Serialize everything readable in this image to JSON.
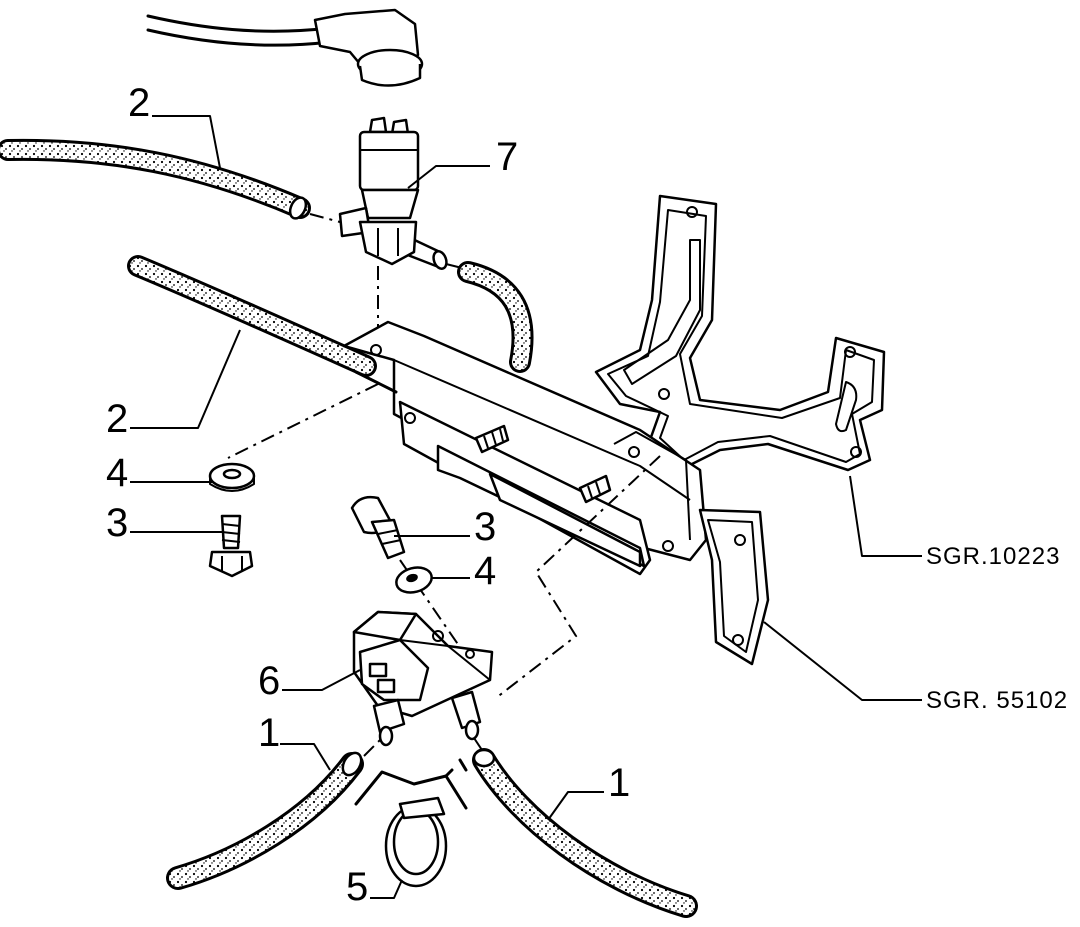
{
  "labels": {
    "hose_right_1": "1",
    "hose_left_1": "1",
    "hose_top_2": "2",
    "hose_lower_2": "2",
    "bolt_left_3": "3",
    "bolt_right_3": "3",
    "washer_left_4": "4",
    "washer_right_4": "4",
    "clamp_5": "5",
    "valve_6": "6",
    "sensor_7": "7",
    "ref_upper": "SGR.10223",
    "ref_lower": "SGR. 55102"
  }
}
